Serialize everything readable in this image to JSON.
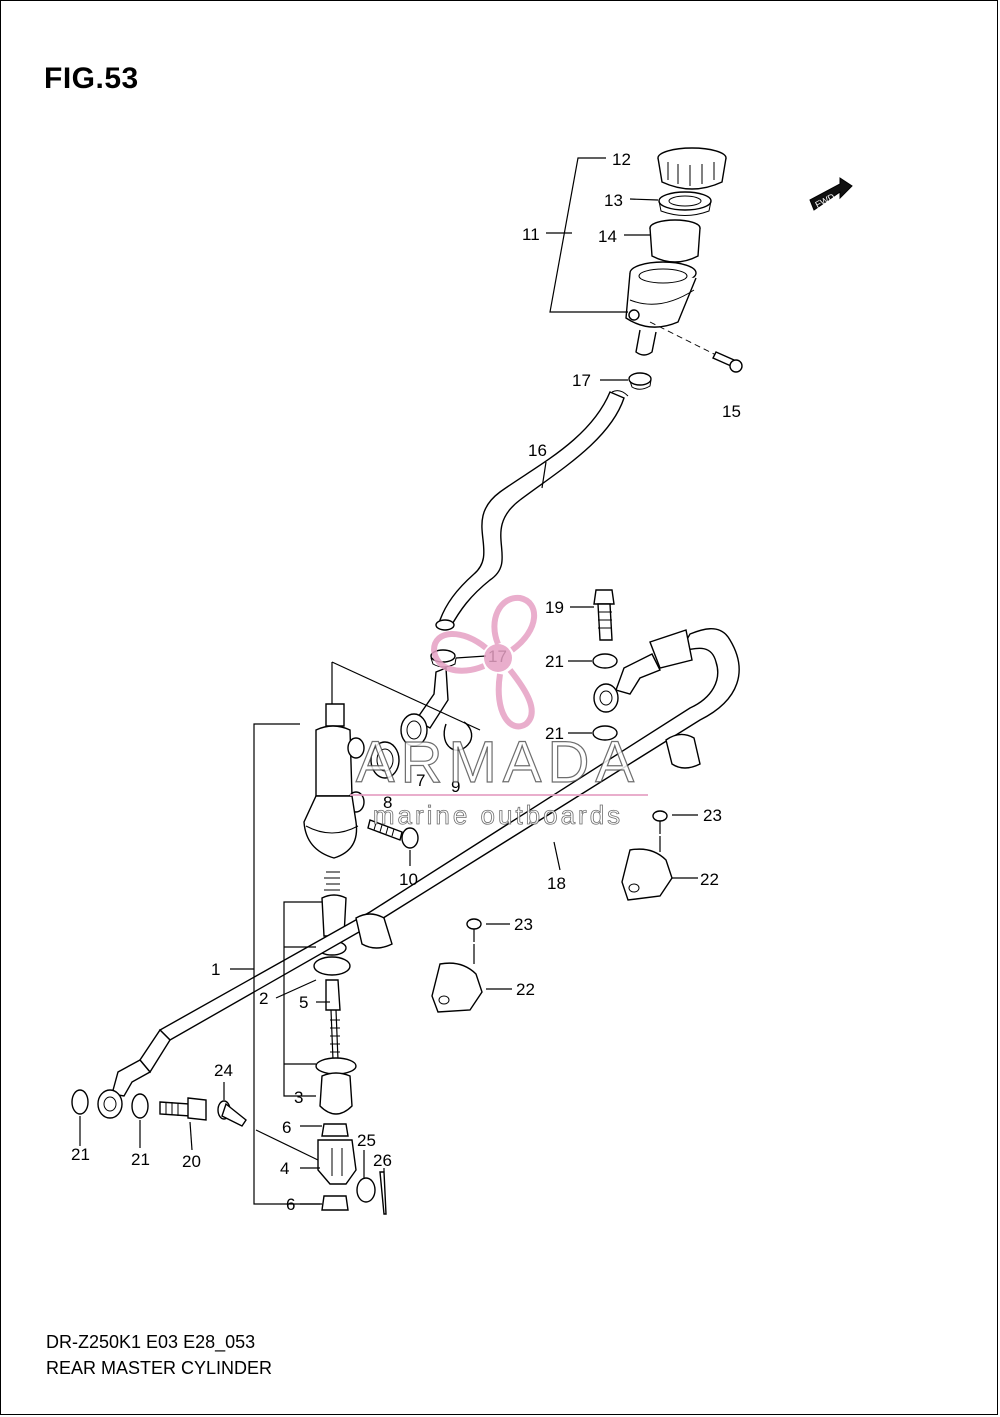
{
  "figure": {
    "title": "FIG.53",
    "model_code": "DR-Z250K1 E03 E28_053",
    "part_name": "REAR MASTER CYLINDER"
  },
  "fwd_arrow": {
    "label": "FWD"
  },
  "watermark": {
    "brand": "ARMADA",
    "tagline": "marine outboards",
    "color": "#e6a0c4"
  },
  "callouts": [
    "12",
    "13",
    "11",
    "14",
    "15",
    "17",
    "16",
    "19",
    "21",
    "17",
    "21",
    "7",
    "9",
    "8",
    "23",
    "10",
    "18",
    "22",
    "23",
    "1",
    "22",
    "2",
    "5",
    "24",
    "3",
    "6",
    "25",
    "26",
    "4",
    "21",
    "21",
    "20",
    "6"
  ]
}
